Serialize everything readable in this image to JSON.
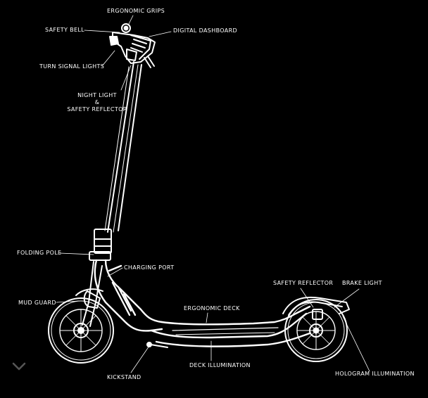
{
  "labels": {
    "ergonomic_grips": "ERGONOMIC GRIPS",
    "safety_bell": "SAFETY BELL",
    "digital_dashboard": "DIGITAL DASHBOARD",
    "turn_signal_lights": "TURN SIGNAL LIGHTS",
    "night_light": "NIGHT LIGHT",
    "ampersand": "&",
    "safety_reflector_front": "SAFETY REFLECTOR",
    "folding_pole": "FOLDING POLE",
    "charging_port": "CHARGING PORT",
    "mud_guard": "MUD GUARD",
    "ergonomic_deck": "ERGONOMIC DECK",
    "safety_reflector_rear": "SAFETY REFLECTOR",
    "brake_light": "BRAKE LIGHT",
    "deck_illumination": "DECK ILLUMINATION",
    "kickstand": "KICKSTAND",
    "hologram_illumination": "HOLOGRAM ILLUMINATION"
  },
  "icons": {
    "scroll_down": "chevron-down-icon"
  },
  "colors": {
    "background": "#000000",
    "line": "#ffffff",
    "chevron": "#555555"
  }
}
